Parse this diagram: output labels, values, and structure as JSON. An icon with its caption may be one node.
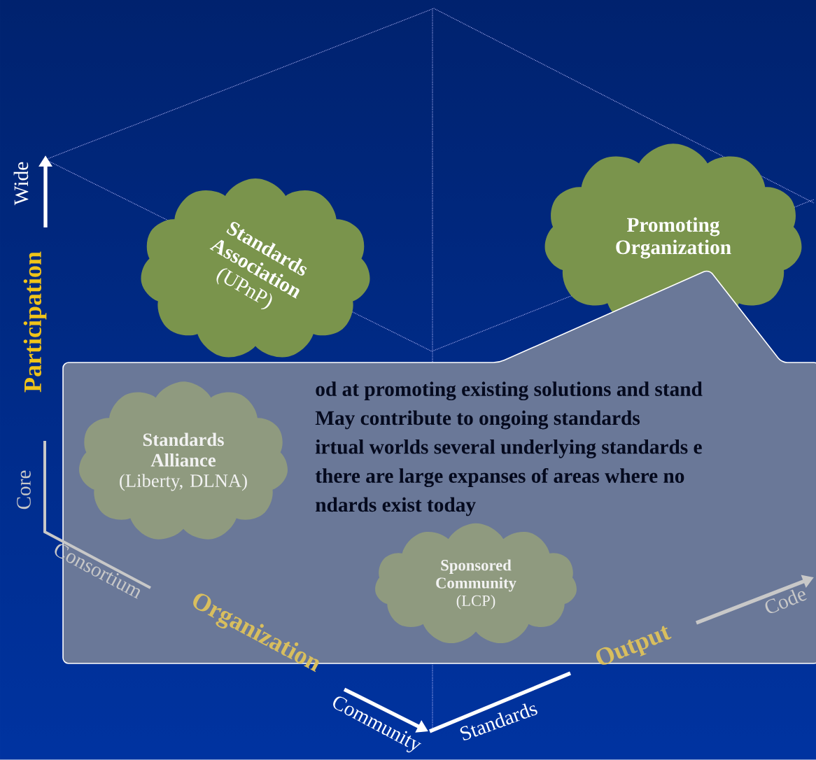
{
  "diagram": {
    "nodes": [
      {
        "text": [
          "Standards Association",
          "(UPnP)"
        ]
      },
      {
        "text": [
          "Promoting Organization"
        ]
      },
      {
        "text": [
          "Standards Alliance",
          "(Liberty, DLNA)"
        ]
      },
      {
        "text": [
          "Sponsored Community",
          "(LCP)"
        ]
      },
      {
        "text": [
          "od at promoting existing solutions and stand",
          "May contribute to ongoing standards",
          "irtual worlds several underlying standards e",
          "there are large expanses of areas where no",
          "ndards exist today"
        ]
      }
    ],
    "edges": [],
    "labels": [
      "Wide",
      "Participation",
      "Core",
      "Consortium",
      "Organization",
      "Community",
      "Standards",
      "Output",
      "Code"
    ]
  }
}
